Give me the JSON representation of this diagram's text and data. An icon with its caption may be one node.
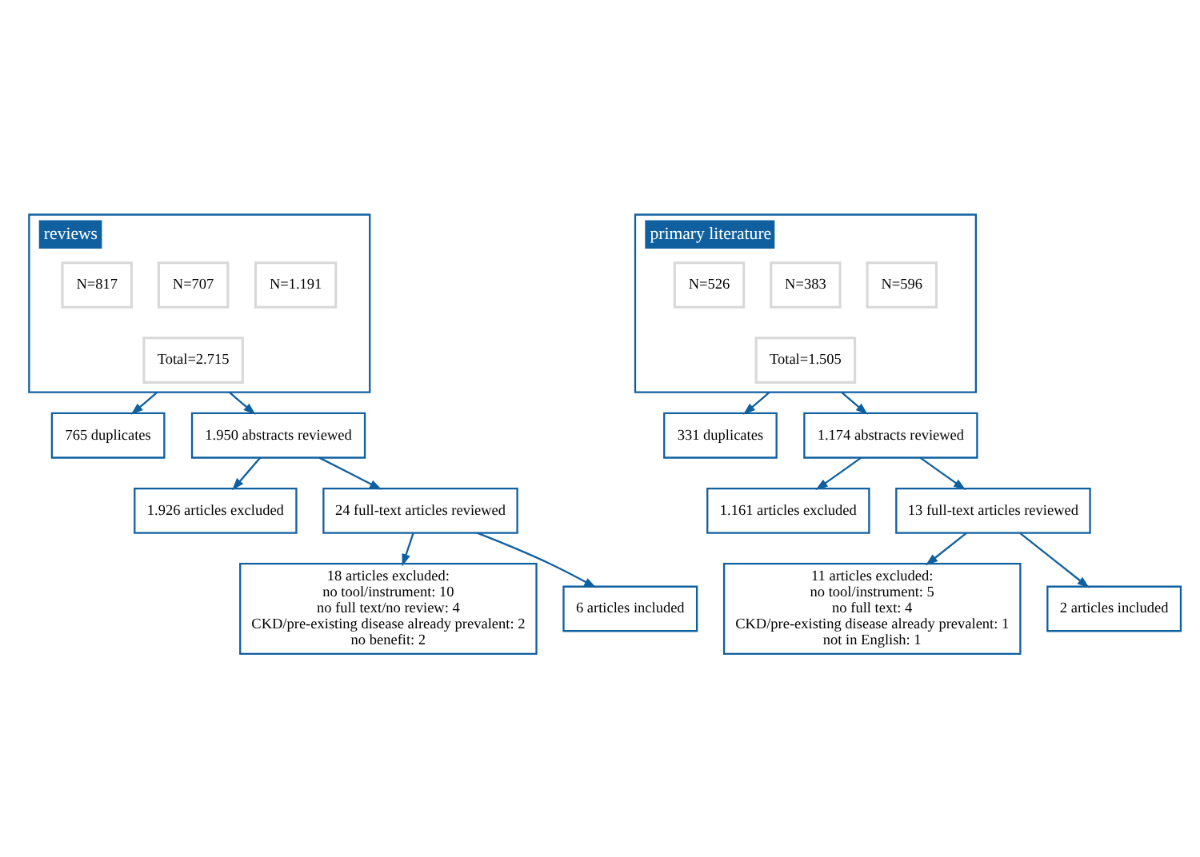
{
  "diagram": {
    "nodes": [
      {
        "text": [
          "reviews"
        ]
      },
      {
        "text": [
          "N=817"
        ],
        "in": 0
      },
      {
        "text": [
          "N=707"
        ],
        "in": 0
      },
      {
        "text": [
          "N=1.191"
        ],
        "in": 0
      },
      {
        "text": [
          "Total=2.715"
        ],
        "in": 0
      },
      {
        "text": [
          "765 duplicates"
        ]
      },
      {
        "text": [
          "1.950 abstracts reviewed"
        ]
      },
      {
        "text": [
          "1.926 articles excluded"
        ]
      },
      {
        "text": [
          "24 full-text articles reviewed"
        ]
      },
      {
        "text": [
          "18 articles excluded:",
          "no tool/instrument: 10",
          "no full text/no review: 4",
          "CKD/pre-existing disease already prevalent: 2",
          "no benefit: 2"
        ]
      },
      {
        "text": [
          "6 articles included"
        ]
      },
      {
        "text": [
          "primary literature"
        ]
      },
      {
        "text": [
          "N=526"
        ],
        "in": 11
      },
      {
        "text": [
          "N=383"
        ],
        "in": 11
      },
      {
        "text": [
          "N=596"
        ],
        "in": 11
      },
      {
        "text": [
          "Total=1.505"
        ],
        "in": 11
      },
      {
        "text": [
          "331 duplicates"
        ]
      },
      {
        "text": [
          "1.174 abstracts reviewed"
        ]
      },
      {
        "text": [
          "1.161 articles excluded"
        ]
      },
      {
        "text": [
          "13 full-text articles reviewed"
        ]
      },
      {
        "text": [
          "11 articles excluded:",
          "no tool/instrument: 5",
          "no full text: 4",
          "CKD/pre-existing disease already prevalent: 1",
          "not in English: 1"
        ]
      },
      {
        "text": [
          "2 articles included"
        ]
      }
    ],
    "edges": [
      {
        "from": 0,
        "to": 5,
        "arrow": "to"
      },
      {
        "from": 0,
        "to": 6,
        "arrow": "to"
      },
      {
        "from": 6,
        "to": 7,
        "arrow": "to"
      },
      {
        "from": 6,
        "to": 8,
        "arrow": "to"
      },
      {
        "from": 8,
        "to": 9,
        "arrow": "to"
      },
      {
        "from": 8,
        "to": 10,
        "arrow": "to"
      },
      {
        "from": 11,
        "to": 16,
        "arrow": "to"
      },
      {
        "from": 11,
        "to": 17,
        "arrow": "to"
      },
      {
        "from": 17,
        "to": 18,
        "arrow": "to"
      },
      {
        "from": 17,
        "to": 19,
        "arrow": "to"
      },
      {
        "from": 19,
        "to": 20,
        "arrow": "to"
      },
      {
        "from": 19,
        "to": 21,
        "arrow": "to"
      }
    ]
  }
}
